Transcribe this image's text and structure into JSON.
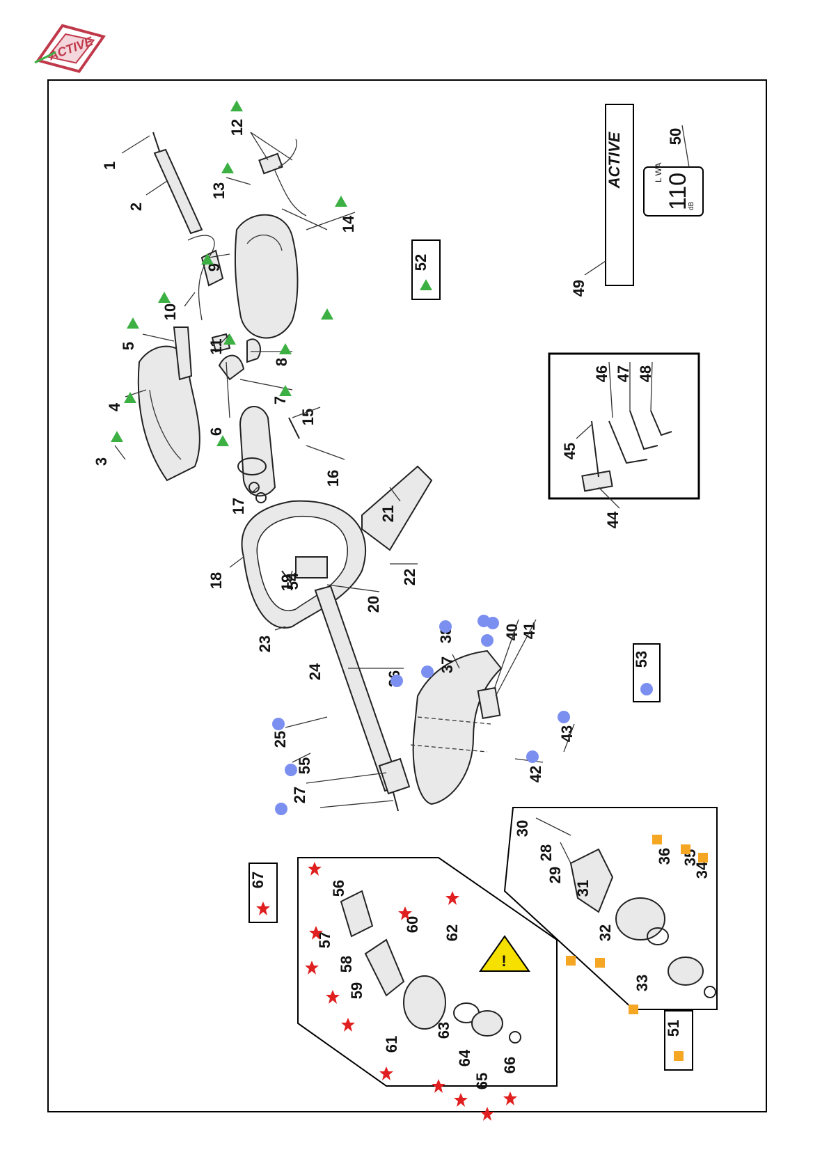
{
  "logo_text": "ACTIVE",
  "colors": {
    "triangle": "#3cb043",
    "circle": "#7b8ff0",
    "square": "#f5a623",
    "star": "#e02020",
    "warning": "#f5e000",
    "logo": "#c0394b"
  },
  "label_group_keys": [
    {
      "text": "52",
      "marker": "triangle"
    },
    {
      "text": "53",
      "marker": "circle"
    },
    {
      "text": "51",
      "marker": "square"
    },
    {
      "text": "67",
      "marker": "star"
    }
  ],
  "part_numbers": [
    "1",
    "2",
    "3",
    "4",
    "5",
    "6",
    "7",
    "8",
    "9",
    "10",
    "11",
    "12",
    "13",
    "14",
    "15",
    "16",
    "17",
    "18",
    "19",
    "20",
    "21",
    "22",
    "23",
    "24",
    "25",
    "26",
    "27",
    "28",
    "29",
    "30",
    "31",
    "32",
    "33",
    "34",
    "35",
    "36",
    "37",
    "38",
    "40",
    "41",
    "42",
    "43",
    "44",
    "45",
    "46",
    "47",
    "48",
    "49",
    "50",
    "54",
    "55",
    "56",
    "57",
    "58",
    "59",
    "60",
    "61",
    "62",
    "63",
    "64",
    "65",
    "66"
  ],
  "decals": {
    "brand_text": "ACTIVE",
    "noise_label": "L WA",
    "noise_value": "110",
    "noise_unit": "dB"
  }
}
